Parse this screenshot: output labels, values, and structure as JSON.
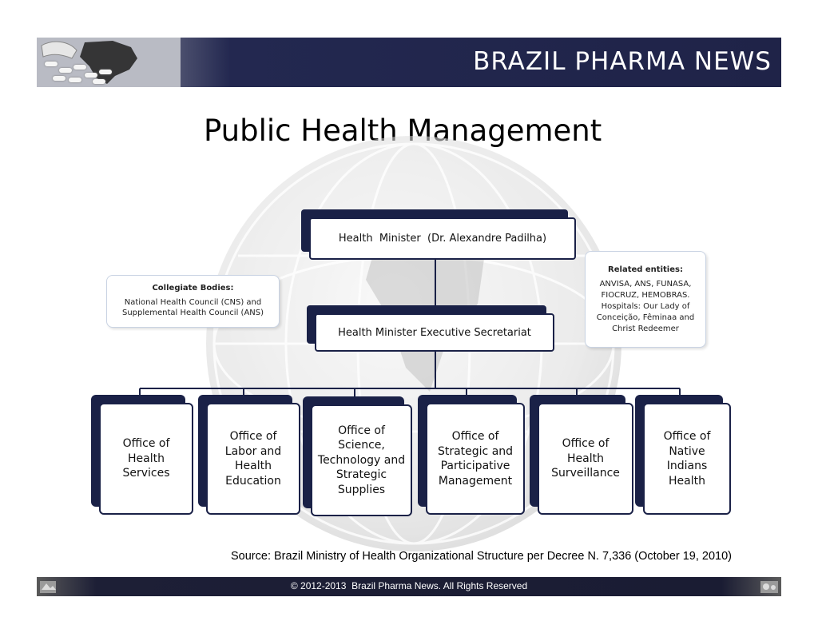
{
  "header": {
    "brand": "BRAZIL PHARMA NEWS"
  },
  "title": "Public Health Management",
  "org": {
    "minister": "Health  Minister  (Dr. Alexandre Padilha)",
    "executive": "Health Minister Executive Secretariat",
    "collegiate": {
      "heading": "Collegiate Bodies:",
      "lines": [
        "National Health Council (CNS) and",
        "Supplemental Health Council (ANS)"
      ]
    },
    "related": {
      "heading": "Related entities:",
      "lines": [
        "ANVISA, ANS, FUNASA,",
        "FIOCRUZ, HEMOBRAS.",
        "Hospitals: Our Lady of",
        "Conceição, Fêminaa and",
        "Christ Redeemer"
      ]
    },
    "offices": [
      {
        "lines": [
          "Office of",
          "Health",
          "Services"
        ]
      },
      {
        "lines": [
          "Office of",
          "Labor and",
          "Health",
          "Education"
        ]
      },
      {
        "lines": [
          "Office of",
          "Science,",
          "Technology and",
          "Strategic",
          "Supplies"
        ]
      },
      {
        "lines": [
          "Office of",
          "Strategic and",
          "Participative",
          "Management"
        ]
      },
      {
        "lines": [
          "Office of",
          "Health",
          "Surveillance"
        ]
      },
      {
        "lines": [
          "Office of",
          "Native",
          "Indians",
          "Health"
        ]
      }
    ]
  },
  "source": "Source: Brazil Ministry of Health Organizational Structure per Decree N. 7,336 (October 19, 2010)",
  "footer": {
    "copyright": "© 2012-2013  Brazil Pharma News. All Rights Reserved"
  },
  "colors": {
    "navy": "#1a2147",
    "box_border_soft": "#c9d3e3"
  },
  "icons": {
    "header_photo": "pills-and-brazil-map",
    "footer_left": "logo-icon",
    "footer_right": "logo-icon"
  }
}
